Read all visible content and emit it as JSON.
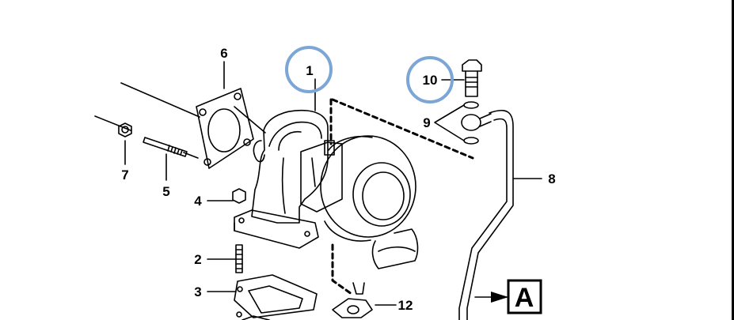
{
  "diagram": {
    "callouts": [
      {
        "id": "c1",
        "text": "1"
      },
      {
        "id": "c2",
        "text": "2"
      },
      {
        "id": "c3",
        "text": "3"
      },
      {
        "id": "c4",
        "text": "4"
      },
      {
        "id": "c5",
        "text": "5"
      },
      {
        "id": "c6",
        "text": "6"
      },
      {
        "id": "c7",
        "text": "7"
      },
      {
        "id": "c8",
        "text": "8"
      },
      {
        "id": "c9",
        "text": "9"
      },
      {
        "id": "c10",
        "text": "10"
      },
      {
        "id": "c12",
        "text": "12"
      }
    ],
    "view_marker": "A",
    "highlighted_callouts": [
      "1",
      "10"
    ],
    "colors": {
      "line": "#000000",
      "highlight_circle": "#7ba6d6",
      "background": "#ffffff"
    }
  }
}
